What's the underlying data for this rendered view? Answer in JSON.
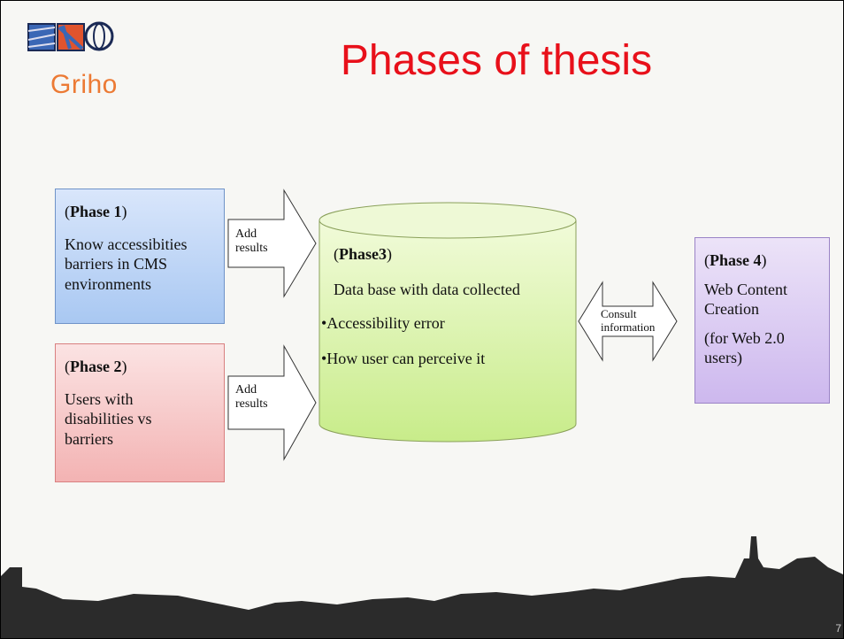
{
  "logo": {
    "text": "Griho"
  },
  "title": "Phases of thesis",
  "phase1": {
    "label_open": "(",
    "label_bold": "Phase 1",
    "label_close": ")",
    "text": "Know accessibities barriers in CMS environments"
  },
  "phase2": {
    "label_open": "(",
    "label_bold": "Phase 2",
    "label_close": ")",
    "text": "Users with disabilities vs barriers"
  },
  "phase3": {
    "label_open": "(",
    "label_bold": "Phase3",
    "label_close": ")",
    "text": "Data base with data collected",
    "bullets": [
      "•Accessibility error",
      "•How user can perceive it"
    ]
  },
  "phase4": {
    "label_open": "(",
    "label_bold": "Phase 4",
    "label_close": ")",
    "text": "Web Content Creation",
    "note": "(for Web 2.0 users)"
  },
  "arrows": {
    "add_results_1": [
      "Add",
      "results"
    ],
    "add_results_2": [
      "Add",
      "results"
    ],
    "consult": [
      "Consult",
      "information"
    ]
  },
  "page_number": "7",
  "colors": {
    "title": "#e8101a",
    "phase1_fill": "#a9c8f2",
    "phase2_fill": "#f3b3b3",
    "phase3_fill": "#d4f0a0",
    "phase4_fill": "#cdb8ee",
    "skyline": "#2b2b2b"
  }
}
